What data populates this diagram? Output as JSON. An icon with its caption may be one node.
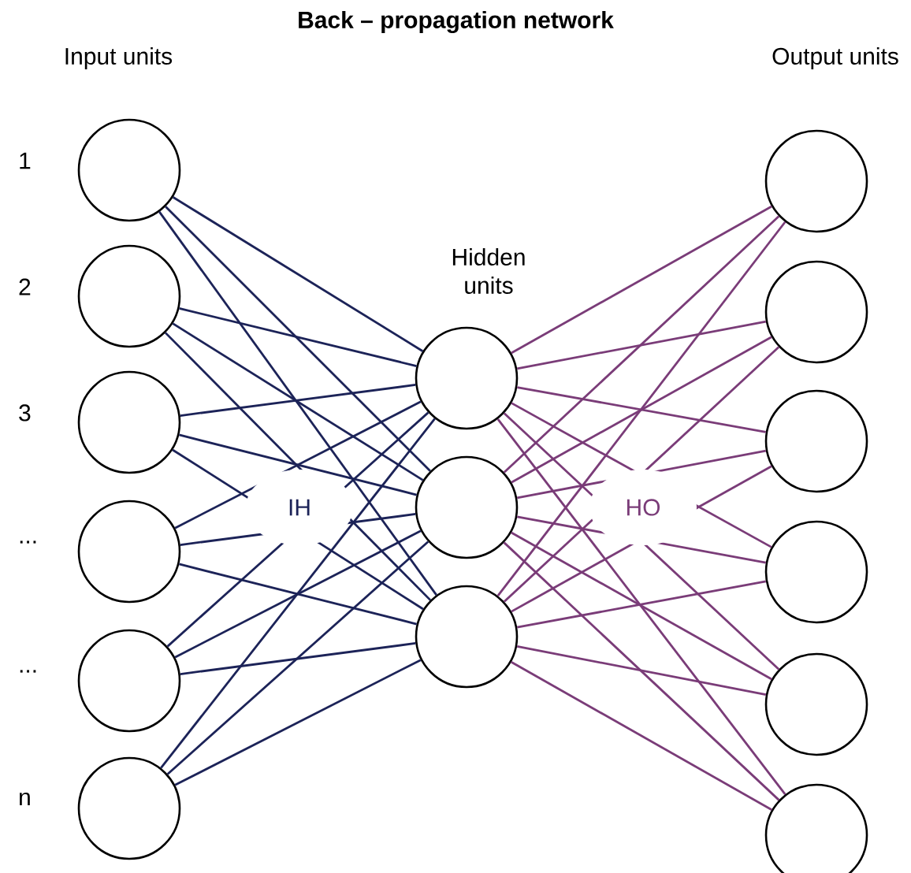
{
  "diagram": {
    "title": "Back – propagation network",
    "nodes": [
      {
        "text": [],
        "shape": "circle",
        "beside": [
          "1"
        ]
      },
      {
        "text": [],
        "shape": "circle",
        "beside": [
          "2"
        ]
      },
      {
        "text": [],
        "shape": "circle",
        "beside": [
          "3"
        ]
      },
      {
        "text": [],
        "shape": "circle",
        "beside": [
          "..."
        ]
      },
      {
        "text": [],
        "shape": "circle",
        "beside": [
          "..."
        ]
      },
      {
        "text": [],
        "shape": "circle",
        "beside": [
          "n"
        ]
      },
      {
        "text": [],
        "shape": "circle"
      },
      {
        "text": [],
        "shape": "circle"
      },
      {
        "text": [],
        "shape": "circle"
      },
      {
        "text": [],
        "shape": "circle"
      },
      {
        "text": [],
        "shape": "circle"
      },
      {
        "text": [],
        "shape": "circle"
      },
      {
        "text": [],
        "shape": "circle"
      },
      {
        "text": [],
        "shape": "circle"
      },
      {
        "text": [],
        "shape": "circle"
      }
    ],
    "edges": [
      {
        "from": 0,
        "to": 6,
        "arrow": "none",
        "color": "#1c2358"
      },
      {
        "from": 0,
        "to": 7,
        "arrow": "none",
        "color": "#1c2358"
      },
      {
        "from": 0,
        "to": 8,
        "arrow": "none",
        "color": "#1c2358"
      },
      {
        "from": 1,
        "to": 6,
        "arrow": "none",
        "color": "#1c2358"
      },
      {
        "from": 1,
        "to": 7,
        "arrow": "none",
        "color": "#1c2358"
      },
      {
        "from": 1,
        "to": 8,
        "arrow": "none",
        "color": "#1c2358"
      },
      {
        "from": 2,
        "to": 6,
        "arrow": "none",
        "color": "#1c2358"
      },
      {
        "from": 2,
        "to": 7,
        "arrow": "none",
        "color": "#1c2358"
      },
      {
        "from": 2,
        "to": 8,
        "arrow": "none",
        "color": "#1c2358"
      },
      {
        "from": 3,
        "to": 6,
        "arrow": "none",
        "color": "#1c2358"
      },
      {
        "from": 3,
        "to": 7,
        "arrow": "none",
        "color": "#1c2358"
      },
      {
        "from": 3,
        "to": 8,
        "arrow": "none",
        "color": "#1c2358"
      },
      {
        "from": 4,
        "to": 6,
        "arrow": "none",
        "color": "#1c2358"
      },
      {
        "from": 4,
        "to": 7,
        "arrow": "none",
        "color": "#1c2358"
      },
      {
        "from": 4,
        "to": 8,
        "arrow": "none",
        "color": "#1c2358"
      },
      {
        "from": 5,
        "to": 6,
        "arrow": "none",
        "color": "#1c2358"
      },
      {
        "from": 5,
        "to": 7,
        "arrow": "none",
        "color": "#1c2358"
      },
      {
        "from": 5,
        "to": 8,
        "arrow": "none",
        "color": "#1c2358"
      },
      {
        "from": 6,
        "to": 9,
        "arrow": "none",
        "color": "#7a3c78"
      },
      {
        "from": 6,
        "to": 10,
        "arrow": "none",
        "color": "#7a3c78"
      },
      {
        "from": 6,
        "to": 11,
        "arrow": "none",
        "color": "#7a3c78"
      },
      {
        "from": 6,
        "to": 12,
        "arrow": "none",
        "color": "#7a3c78"
      },
      {
        "from": 6,
        "to": 13,
        "arrow": "none",
        "color": "#7a3c78"
      },
      {
        "from": 6,
        "to": 14,
        "arrow": "none",
        "color": "#7a3c78"
      },
      {
        "from": 7,
        "to": 9,
        "arrow": "none",
        "color": "#7a3c78"
      },
      {
        "from": 7,
        "to": 10,
        "arrow": "none",
        "color": "#7a3c78"
      },
      {
        "from": 7,
        "to": 11,
        "arrow": "none",
        "color": "#7a3c78"
      },
      {
        "from": 7,
        "to": 12,
        "arrow": "none",
        "color": "#7a3c78"
      },
      {
        "from": 7,
        "to": 13,
        "arrow": "none",
        "color": "#7a3c78"
      },
      {
        "from": 7,
        "to": 14,
        "arrow": "none",
        "color": "#7a3c78"
      },
      {
        "from": 8,
        "to": 9,
        "arrow": "none",
        "color": "#7a3c78"
      },
      {
        "from": 8,
        "to": 10,
        "arrow": "none",
        "color": "#7a3c78"
      },
      {
        "from": 8,
        "to": 11,
        "arrow": "none",
        "color": "#7a3c78"
      },
      {
        "from": 8,
        "to": 12,
        "arrow": "none",
        "color": "#7a3c78"
      },
      {
        "from": 8,
        "to": 13,
        "arrow": "none",
        "color": "#7a3c78"
      },
      {
        "from": 8,
        "to": 14,
        "arrow": "none",
        "color": "#7a3c78"
      }
    ],
    "labels": [
      "Input units",
      "Hidden units",
      "Output units",
      "IH",
      "HO"
    ]
  }
}
